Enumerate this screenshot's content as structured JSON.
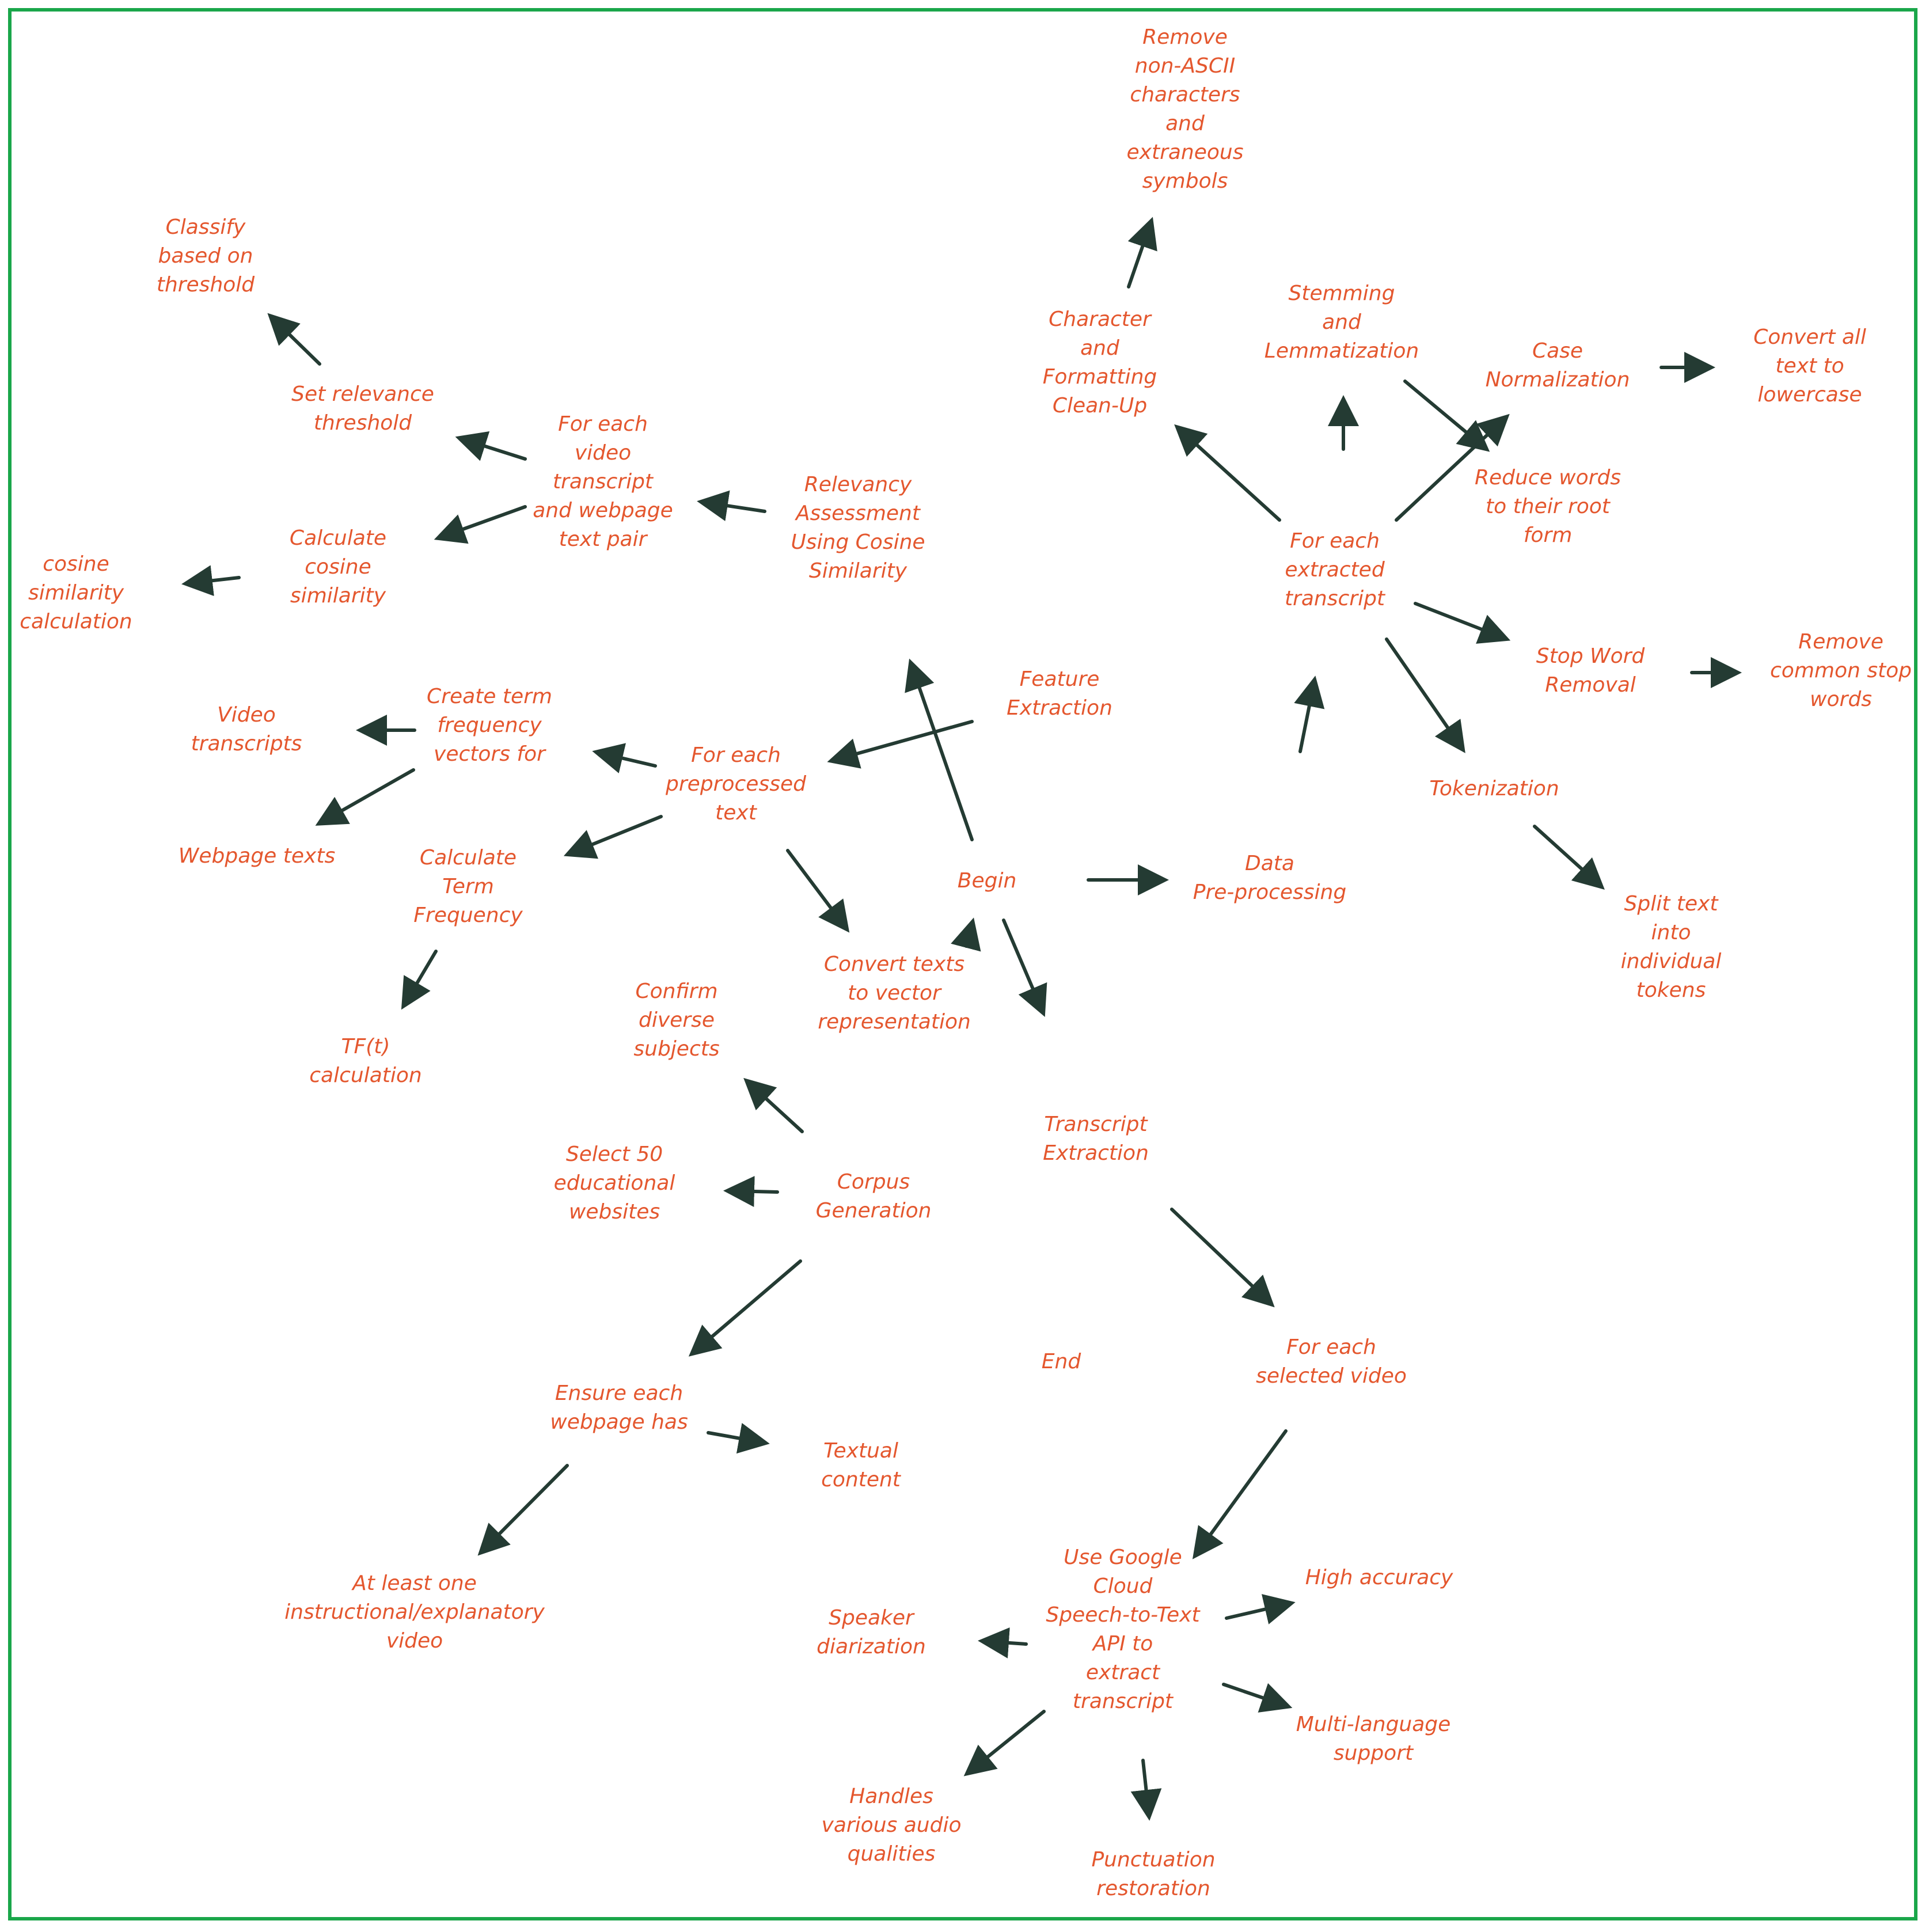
{
  "colors": {
    "border": "#1aa64a",
    "node_text": "#e4572e",
    "arrow": "#243b33",
    "background": "#ffffff"
  },
  "nodes": {
    "remove_non_ascii": "Remove\nnon-ASCII\ncharacters\nand\nextraneous\nsymbols",
    "classify_threshold": "Classify\nbased on\nthreshold",
    "stemming_lemmatization": "Stemming\nand\nLemmatization",
    "char_formatting_cleanup": "Character\nand\nFormatting\nClean-Up",
    "case_normalization": "Case\nNormalization",
    "convert_lowercase": "Convert all\ntext to\nlowercase",
    "set_relevance_threshold": "Set relevance\nthreshold",
    "for_each_video_pair": "For each\nvideo\ntranscript\nand webpage\ntext pair",
    "relevancy_assessment": "Relevancy\nAssessment\nUsing Cosine\nSimilarity",
    "reduce_root_form": "Reduce words\nto their root\nform",
    "calculate_cosine": "Calculate\ncosine\nsimilarity",
    "cosine_similarity_calc": "cosine\nsimilarity\ncalculation",
    "for_each_extracted_transcript": "For each\nextracted\ntranscript",
    "stop_word_removal": "Stop Word\nRemoval",
    "remove_common_stop": "Remove\ncommon stop\nwords",
    "feature_extraction": "Feature\nExtraction",
    "create_tf_vectors": "Create term\nfrequency\nvectors for",
    "video_transcripts": "Video\ntranscripts",
    "for_each_preprocessed": "For each\npreprocessed\ntext",
    "tokenization": "Tokenization",
    "webpage_texts": "Webpage texts",
    "calculate_tf": "Calculate\nTerm\nFrequency",
    "begin": "Begin",
    "data_preprocessing": "Data\nPre-processing",
    "split_tokens": "Split text\ninto\nindividual\ntokens",
    "convert_vector": "Convert texts\nto vector\nrepresentation",
    "confirm_diverse": "Confirm\ndiverse\nsubjects",
    "tf_calculation": "TF(t)\ncalculation",
    "transcript_extraction": "Transcript\nExtraction",
    "select_50": "Select 50\neducational\nwebsites",
    "corpus_generation": "Corpus\nGeneration",
    "end": "End",
    "for_each_selected_video": "For each\nselected video",
    "ensure_webpage": "Ensure each\nwebpage has",
    "textual_content": "Textual\ncontent",
    "use_google_cloud": "Use Google\nCloud\nSpeech-to-Text\nAPI to\nextract\ntranscript",
    "high_accuracy": "High accuracy",
    "at_least_one_video": "At least one\ninstructional/explanatory\nvideo",
    "speaker_diarization": "Speaker\ndiarization",
    "multi_language": "Multi-language\nsupport",
    "handles_audio": "Handles\nvarious audio\nqualities",
    "punctuation_restoration": "Punctuation\nrestoration"
  }
}
